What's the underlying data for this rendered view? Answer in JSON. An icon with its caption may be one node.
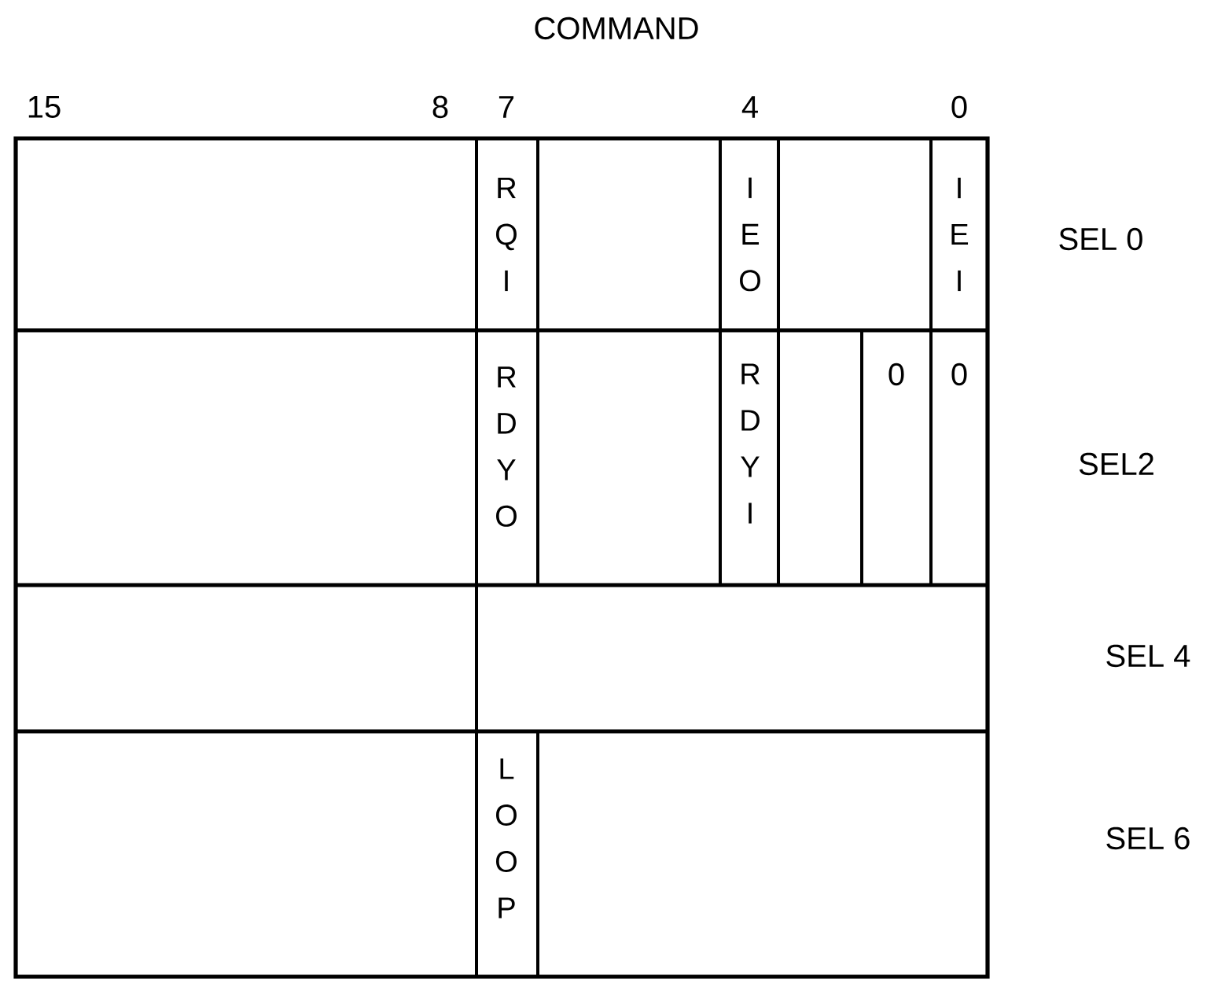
{
  "diagram": {
    "title": "COMMAND",
    "labels": [
      "15",
      "8",
      "7",
      "4",
      "0",
      "R Q I",
      "I E O",
      "I E I",
      "SEL 0",
      "R D Y O",
      "R D Y I",
      "0",
      "0",
      "SEL2",
      "SEL 4",
      "L O O P",
      "SEL 6"
    ]
  }
}
